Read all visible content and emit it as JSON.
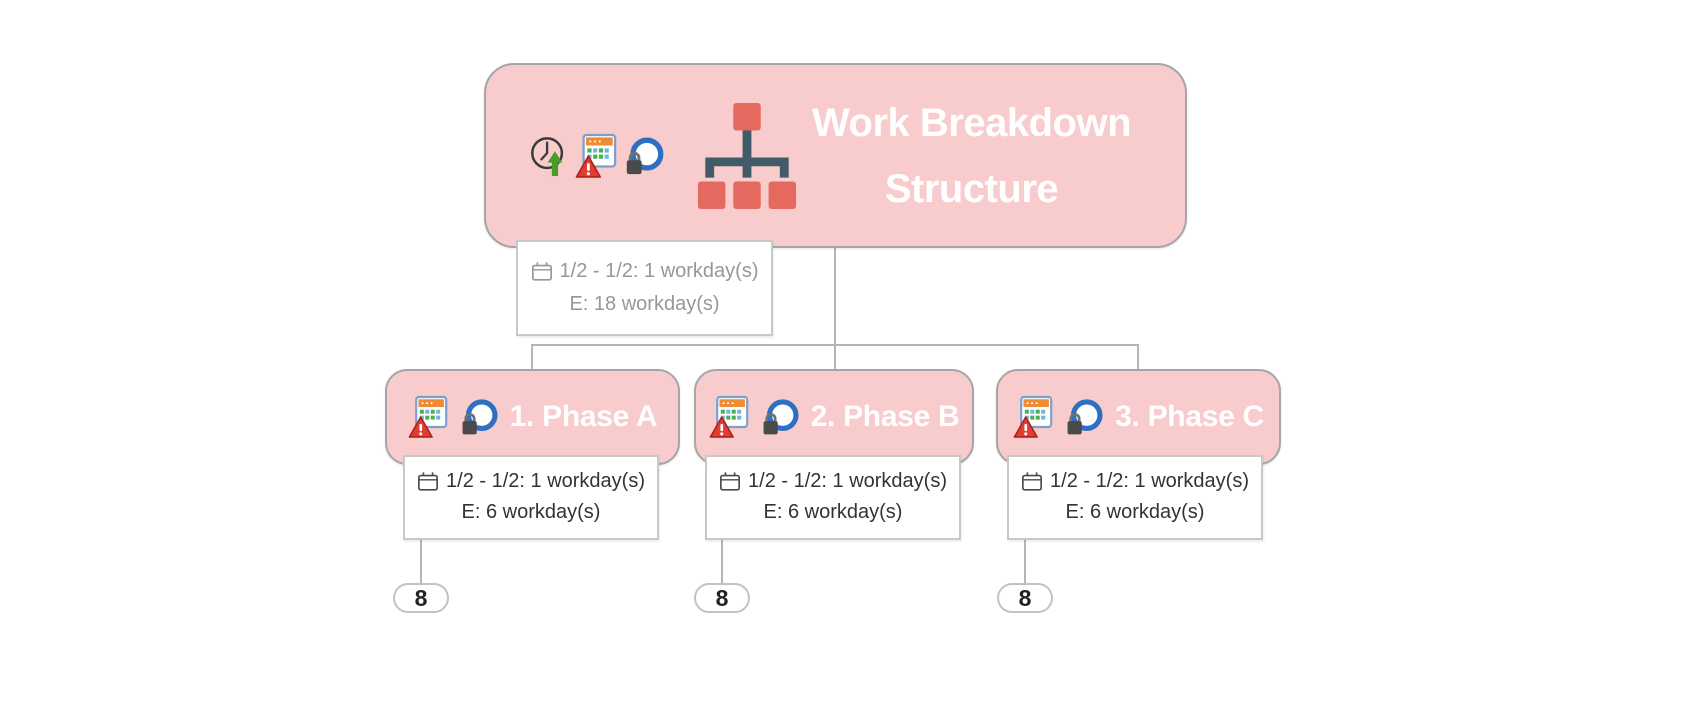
{
  "diagram": {
    "root": {
      "title_line1": "Work Breakdown",
      "title_line2": "Structure",
      "icons": [
        "clock-rollup-icon",
        "calendar-warning-icon",
        "lock-sync-icon",
        "wbs-chart-icon"
      ],
      "label": {
        "line1": "1/2 - 1/2: 1 workday(s)",
        "line2": "E: 18 workday(s)"
      }
    },
    "phases": [
      {
        "title": "1. Phase A",
        "icons": [
          "calendar-warning-icon",
          "lock-sync-icon"
        ],
        "label": {
          "line1": "1/2 - 1/2: 1 workday(s)",
          "line2": "E: 6 workday(s)"
        },
        "resource_count": "8"
      },
      {
        "title": "2. Phase B",
        "icons": [
          "calendar-warning-icon",
          "lock-sync-icon"
        ],
        "label": {
          "line1": "1/2 - 1/2: 1 workday(s)",
          "line2": "E: 6 workday(s)"
        },
        "resource_count": "8"
      },
      {
        "title": "3. Phase C",
        "icons": [
          "calendar-warning-icon",
          "lock-sync-icon"
        ],
        "label": {
          "line1": "1/2 - 1/2: 1 workday(s)",
          "line2": "E: 6 workday(s)"
        },
        "resource_count": "8"
      }
    ],
    "colors": {
      "node_fill": "#f8cbcd",
      "node_border": "#a6a6a6",
      "node_text": "#ffffff",
      "label_border": "#c8c8c8",
      "root_label_text": "#979797",
      "phase_label_text": "#333333",
      "connector": "#b5b5b5",
      "wbs_square": "#e4695e",
      "wbs_line": "#3f5c68",
      "warning_red": "#d93a2b",
      "sync_blue": "#2f6fc1",
      "arrow_green": "#4a9b27"
    }
  }
}
